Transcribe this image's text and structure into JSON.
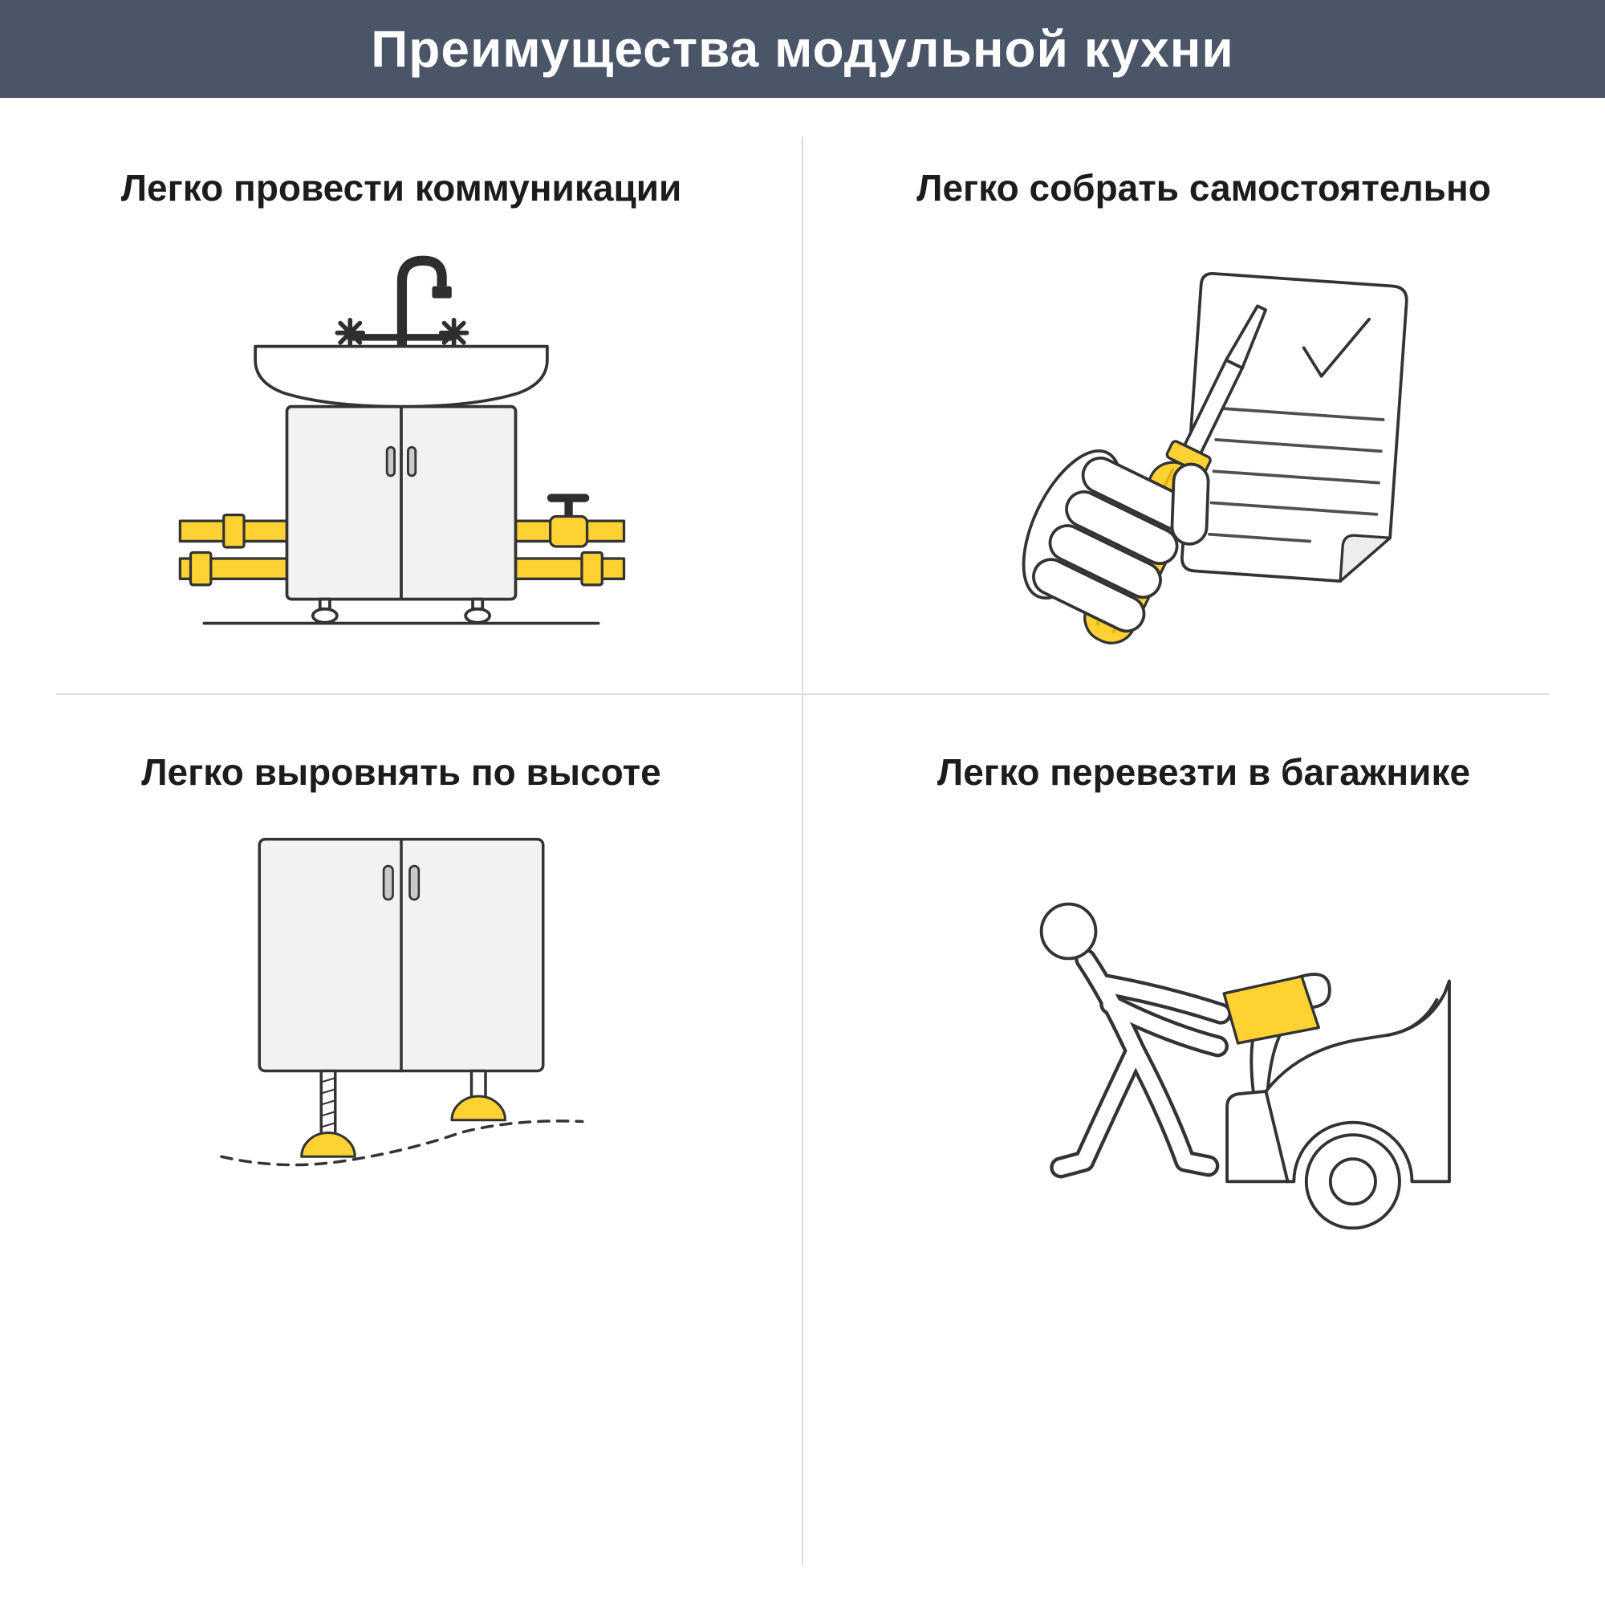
{
  "header": {
    "title": "Преимущества модульной кухни"
  },
  "quadrants": [
    {
      "id": "communications",
      "title": "Легко провести коммуникации",
      "icon": "sink-cabinet-with-pipes-icon"
    },
    {
      "id": "self-assembly",
      "title": "Легко собрать самостоятельно",
      "icon": "screwdriver-in-hand-with-checklist-icon"
    },
    {
      "id": "height-leveling",
      "title": "Легко выровнять по высоте",
      "icon": "cabinet-with-adjustable-feet-icon"
    },
    {
      "id": "trunk-transport",
      "title": "Легко перевезти в багажнике",
      "icon": "loading-box-into-car-trunk-icon"
    }
  ],
  "colors": {
    "header-bg": "#4A5568",
    "accent-yellow": "#FFD233",
    "outline": "#333333",
    "fill-light": "#F2F2F2",
    "divider": "#DCDCDC",
    "text": "#1C1C1C"
  }
}
